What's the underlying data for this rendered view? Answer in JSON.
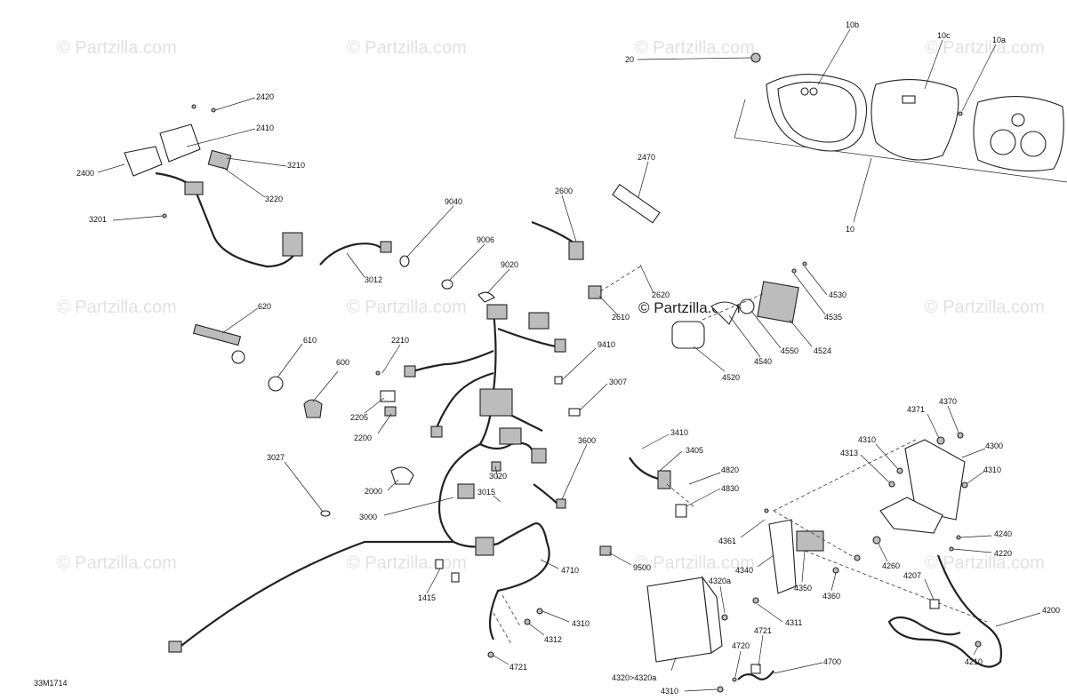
{
  "watermark_text": "© Partzilla.com",
  "brand_text": "© Partzilla.com",
  "drawing_code": "33M1714",
  "callouts": {
    "c20": "20",
    "c10b": "10b",
    "c10c": "10c",
    "c10a": "10a",
    "c10": "10",
    "c2420": "2420",
    "c2410": "2410",
    "c2400": "2400",
    "c3210": "3210",
    "c3220": "3220",
    "c3201": "3201",
    "c2470": "2470",
    "c9040": "9040",
    "c9006": "9006",
    "c9020": "9020",
    "c3012": "3012",
    "c2600": "2600",
    "c2620": "2620",
    "c2610": "2610",
    "c4530": "4530",
    "c4535": "4535",
    "c4524": "4524",
    "c4550": "4550",
    "c4540": "4540",
    "c4520": "4520",
    "c620": "620",
    "c610": "610",
    "c600": "600",
    "c2210": "2210",
    "c2205": "2205",
    "c2200": "2200",
    "c9410": "9410",
    "c3007": "3007",
    "c3600": "3600",
    "c3020": "3020",
    "c3015": "3015",
    "c3027": "3027",
    "c2000": "2000",
    "c3000": "3000",
    "c1415": "1415",
    "c4710": "4710",
    "c9500": "9500",
    "c4310a": "4310",
    "c4312": "4312",
    "c4721a": "4721",
    "c3410": "3410",
    "c3405": "3405",
    "c4820": "4820",
    "c4830": "4830",
    "c4361": "4361",
    "c4340": "4340",
    "c4350": "4350",
    "c4360": "4360",
    "c4320a": "4320a",
    "c4311": "4311",
    "c4321": "4320>4320a",
    "c4721b": "4721",
    "c4720": "4720",
    "c4700": "4700",
    "c4310b": "4310",
    "c4370": "4370",
    "c4371": "4371",
    "c4310c": "4310",
    "c4313": "4313",
    "c4300": "4300",
    "c4310d": "4310",
    "c4240": "4240",
    "c4220": "4220",
    "c4260": "4260",
    "c4207": "4207",
    "c4200": "4200",
    "c4210": "4210"
  }
}
